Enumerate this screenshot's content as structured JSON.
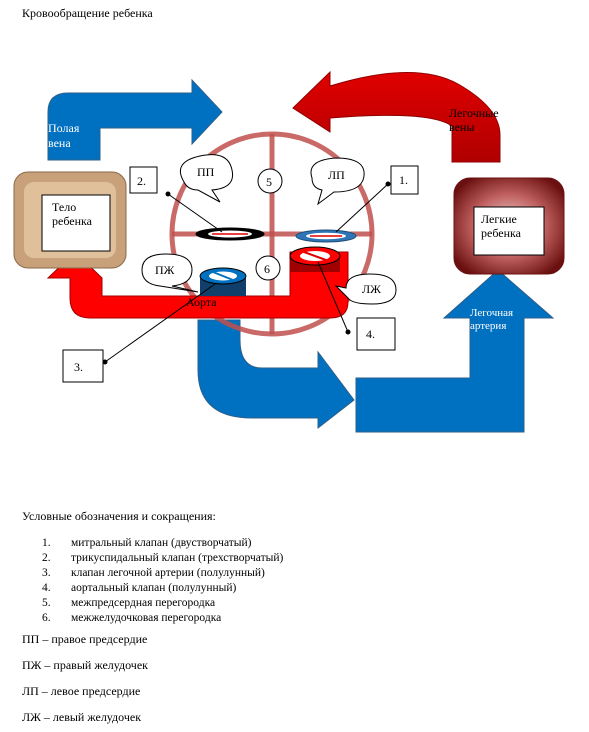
{
  "title": "Кровообращение ребенка",
  "labels": {
    "vena_cava": [
      "Полая",
      "вена"
    ],
    "pulmonary_veins": [
      "Легочные",
      "вены"
    ],
    "body": [
      "Тело",
      "ребенка"
    ],
    "lungs": [
      "Легкие",
      "ребенка"
    ],
    "aorta": "Аорта",
    "pulmonary_artery": [
      "Легочная",
      "артерия"
    ],
    "pp": "ПП",
    "lp": "ЛП",
    "pzh": "ПЖ",
    "lzh": "ЛЖ"
  },
  "callouts": {
    "c1": "1.",
    "c2": "2.",
    "c3": "3.",
    "c4": "4.",
    "c5": "5",
    "c6": "6"
  },
  "colors": {
    "red": "#ff0000",
    "dark_red": "#c00000",
    "blue": "#0070c0",
    "tan": "#c8a07a",
    "lung": "#8b2020",
    "heart_ring": "#c0504d"
  },
  "legend": {
    "heading": "Условные обозначения и сокращения:",
    "items": [
      {
        "num": "1.",
        "text": "митральный клапан (двустворчатый)"
      },
      {
        "num": "2.",
        "text": "трикуспидальный клапан (трехстворчатый)"
      },
      {
        "num": "3.",
        "text": "клапан легочной артерии (полулунный)"
      },
      {
        "num": "4.",
        "text": "аортальный клапан (полулунный)"
      },
      {
        "num": "5.",
        "text": "межпредсердная перегородка"
      },
      {
        "num": "6.",
        "text": "межжелудочковая перегородка"
      }
    ]
  },
  "abbreviations": [
    "ПП – правое предсердие",
    "ПЖ – правый желудочек",
    "ЛП – левое предсердие",
    "ЛЖ – левый желудочек"
  ]
}
